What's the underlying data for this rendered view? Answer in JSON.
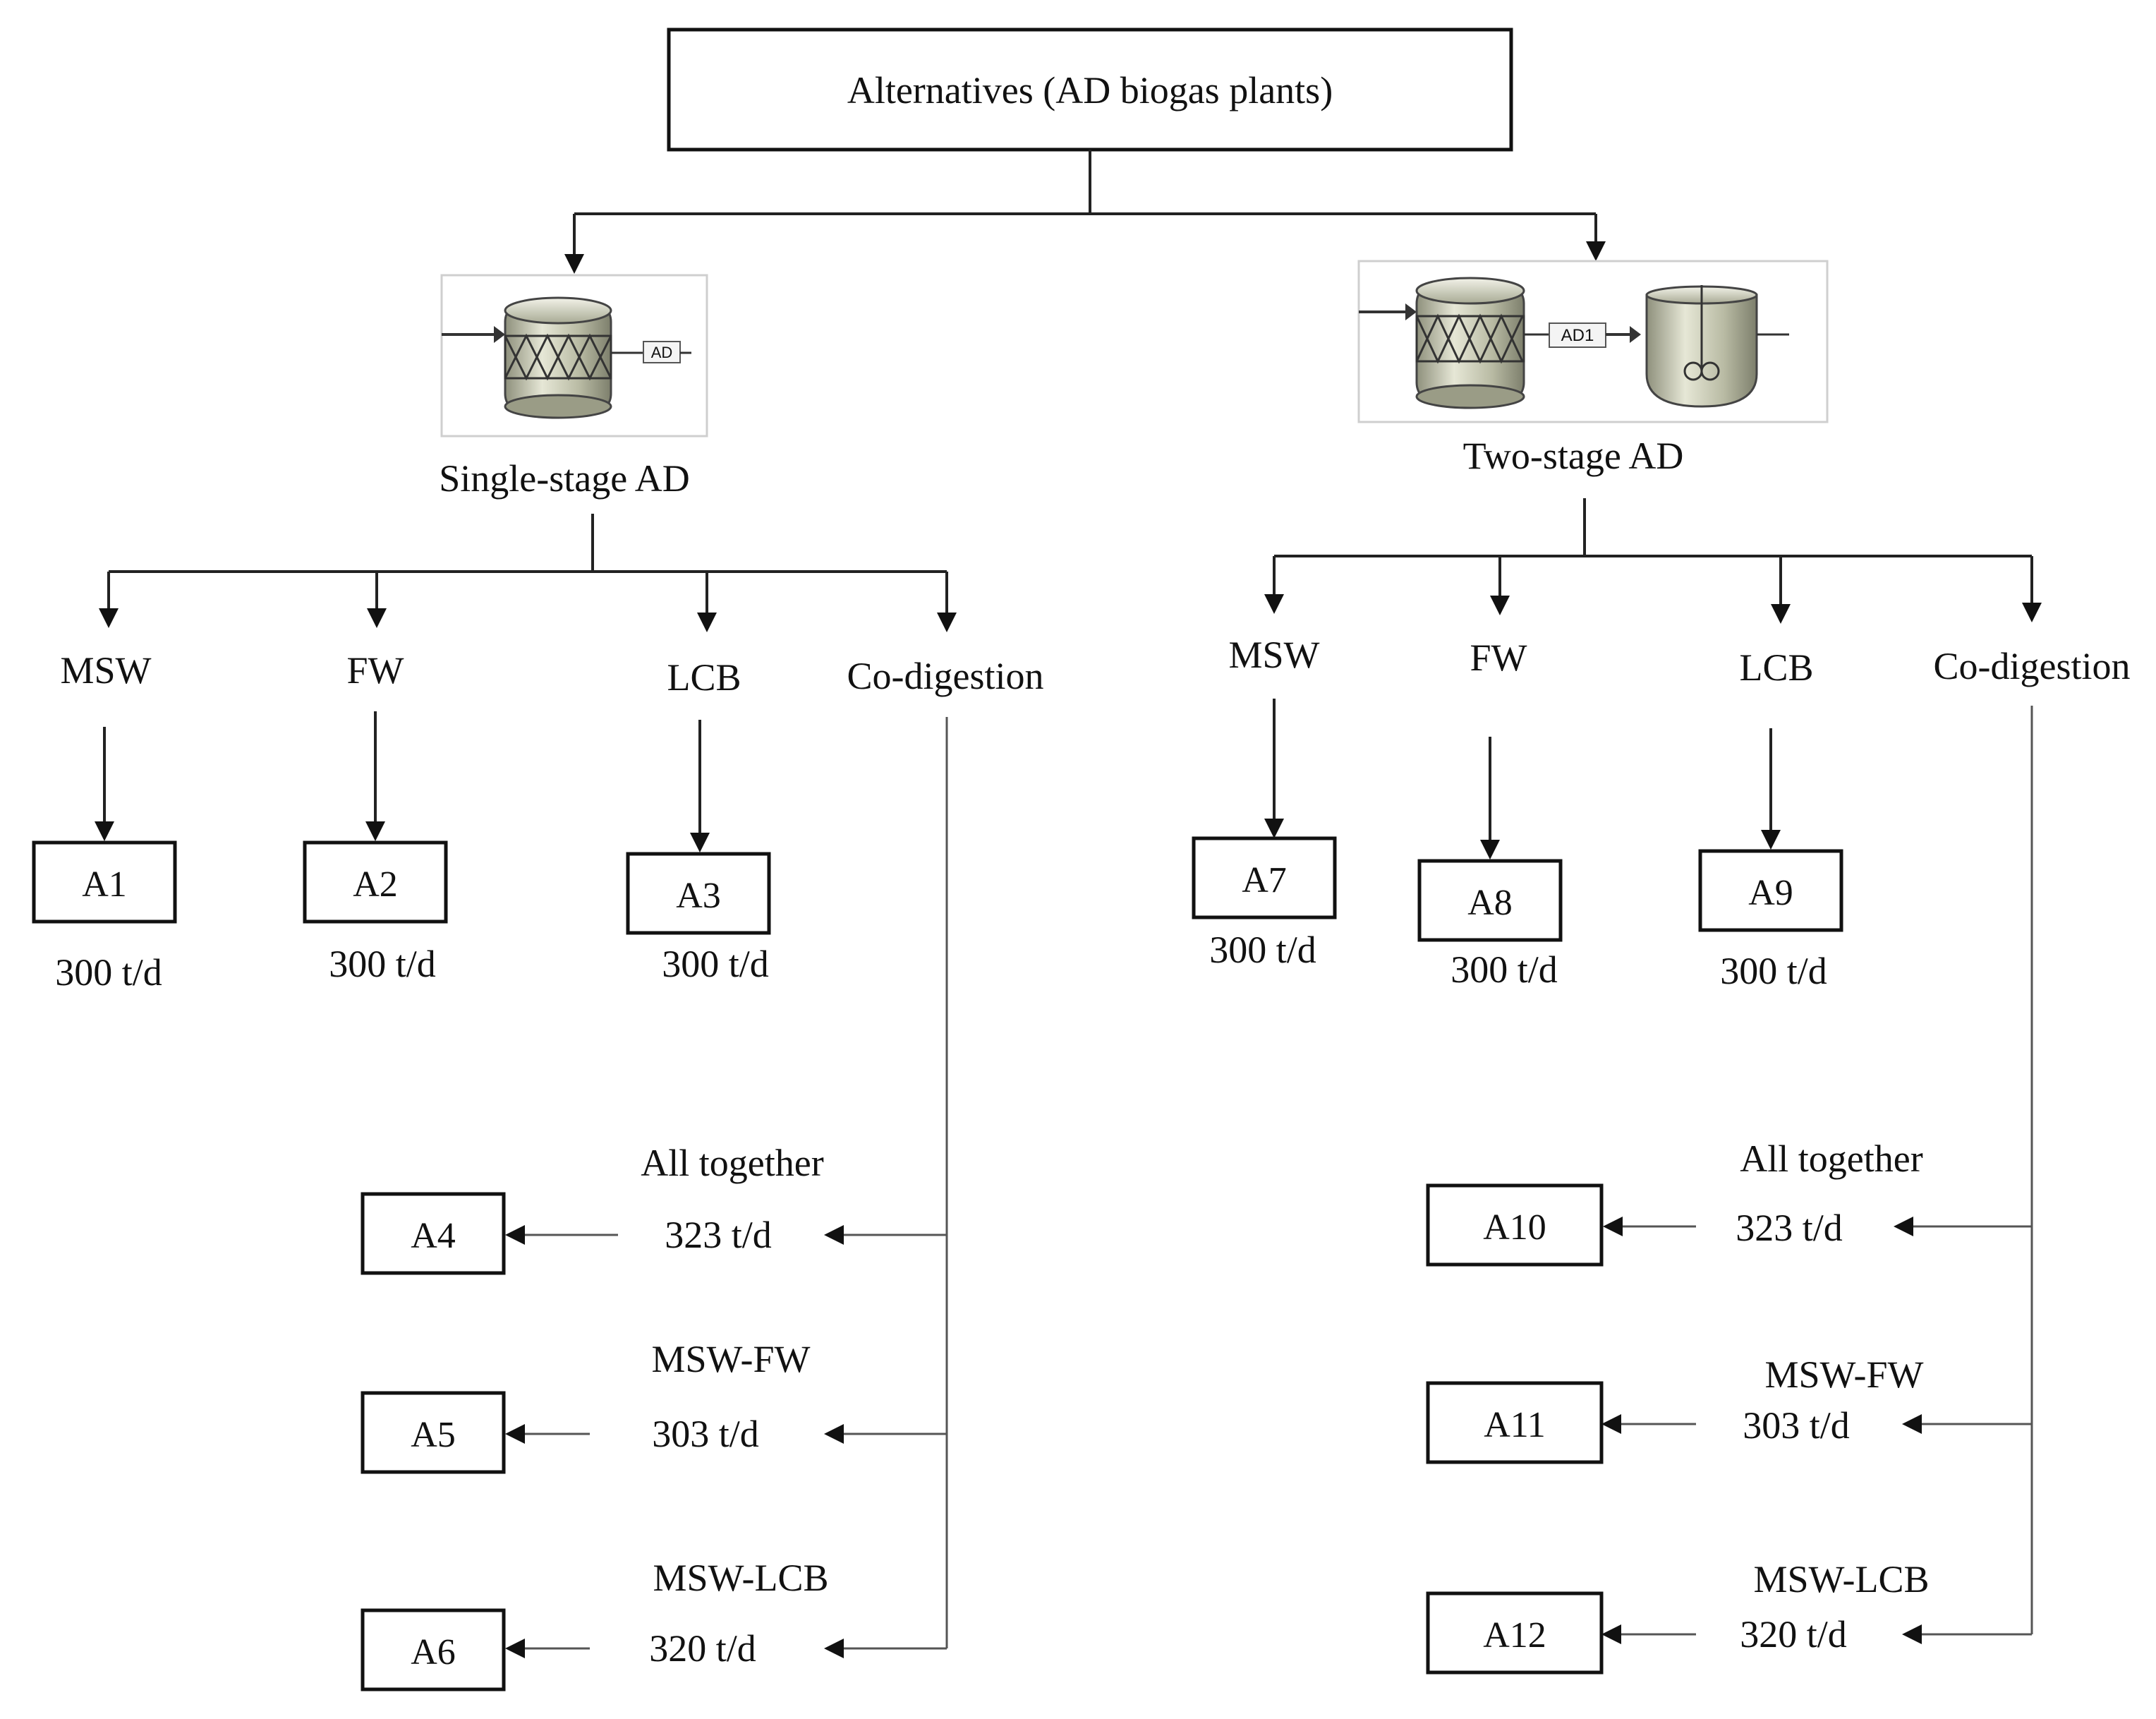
{
  "title": "Alternatives (AD biogas plants)",
  "colors": {
    "line": "#222222",
    "box_border": "#111111",
    "icon_border": "#cfcfcf",
    "vessel": "#b9bba4"
  },
  "branches": [
    {
      "label": "Single-stage AD",
      "icon_tag": "AD",
      "feeds": [
        {
          "label": "MSW",
          "alternative": "A1",
          "capacity": "300 t/d"
        },
        {
          "label": "FW",
          "alternative": "A2",
          "capacity": "300 t/d"
        },
        {
          "label": "LCB",
          "alternative": "A3",
          "capacity": "300 t/d"
        },
        {
          "label": "Co-digestion"
        }
      ],
      "codigestion": [
        {
          "label": "All together",
          "capacity": "323 t/d",
          "alternative": "A4"
        },
        {
          "label": "MSW-FW",
          "capacity": "303 t/d",
          "alternative": "A5"
        },
        {
          "label": "MSW-LCB",
          "capacity": "320 t/d",
          "alternative": "A6"
        }
      ]
    },
    {
      "label": "Two-stage AD",
      "icon_tag": "AD1",
      "feeds": [
        {
          "label": "MSW",
          "alternative": "A7",
          "capacity": "300 t/d"
        },
        {
          "label": "FW",
          "alternative": "A8",
          "capacity": "300 t/d"
        },
        {
          "label": "LCB",
          "alternative": "A9",
          "capacity": "300 t/d"
        },
        {
          "label": "Co-digestion"
        }
      ],
      "codigestion": [
        {
          "label": "All together",
          "capacity": "323 t/d",
          "alternative": "A10"
        },
        {
          "label": "MSW-FW",
          "capacity": "303 t/d",
          "alternative": "A11"
        },
        {
          "label": "MSW-LCB",
          "capacity": "320 t/d",
          "alternative": "A12"
        }
      ]
    }
  ]
}
